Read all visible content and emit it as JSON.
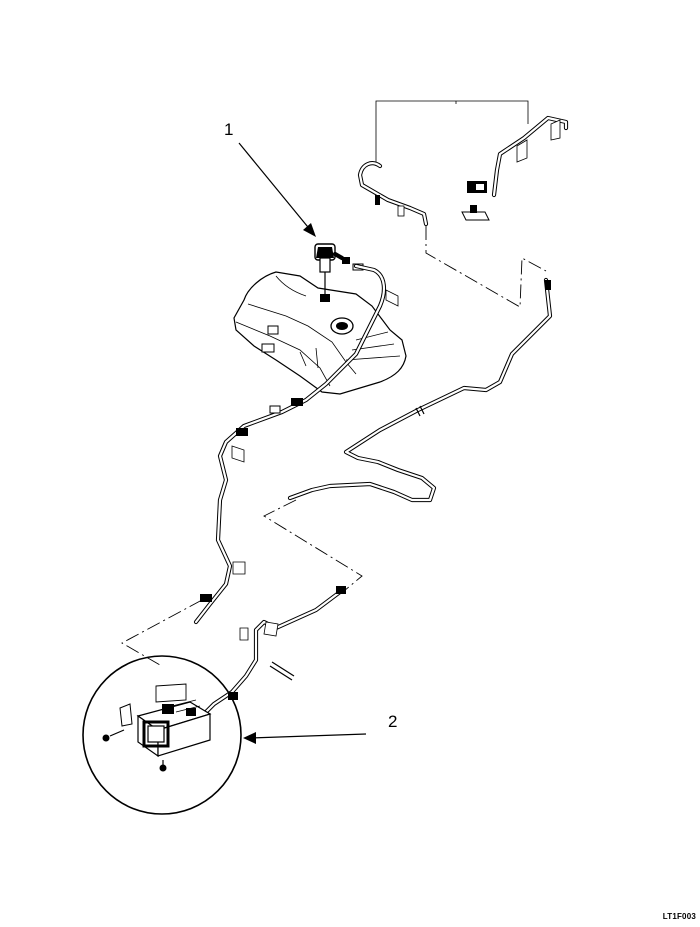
{
  "callouts": {
    "fuel_vapor_valve": "1",
    "evap_canister": "2"
  },
  "figure_code": "LT1F003"
}
